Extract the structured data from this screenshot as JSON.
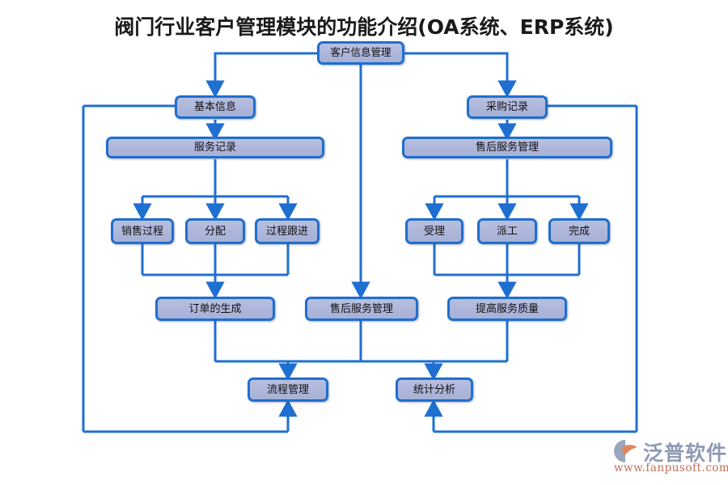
{
  "title": "阀门行业客户管理模块的功能介绍(OA系统、ERP系统)",
  "colors": {
    "node_border": "#1f6fd0",
    "node_fill": "#adb6da",
    "wire": "#1f6fd0",
    "title_text": "#1a1a1a",
    "brand_text": "#8e99b4",
    "url_text": "#c2705e"
  },
  "nodes": {
    "root": "客户信息管理",
    "basic_info": "基本信息",
    "purchase_record": "采购记录",
    "service_record": "服务记录",
    "aftersales_mgmt_top": "售后服务管理",
    "sales_process": "销售过程",
    "allocation": "分配",
    "process_follow": "过程跟进",
    "accept": "受理",
    "dispatch": "派工",
    "complete": "完成",
    "order_generation": "订单的生成",
    "aftersales_mgmt_mid": "售后服务管理",
    "improve_quality": "提高服务质量",
    "process_mgmt": "流程管理",
    "statistics": "统计分析"
  },
  "logo": {
    "brand": "泛普软件",
    "url": "www.fanpusoft.com"
  }
}
